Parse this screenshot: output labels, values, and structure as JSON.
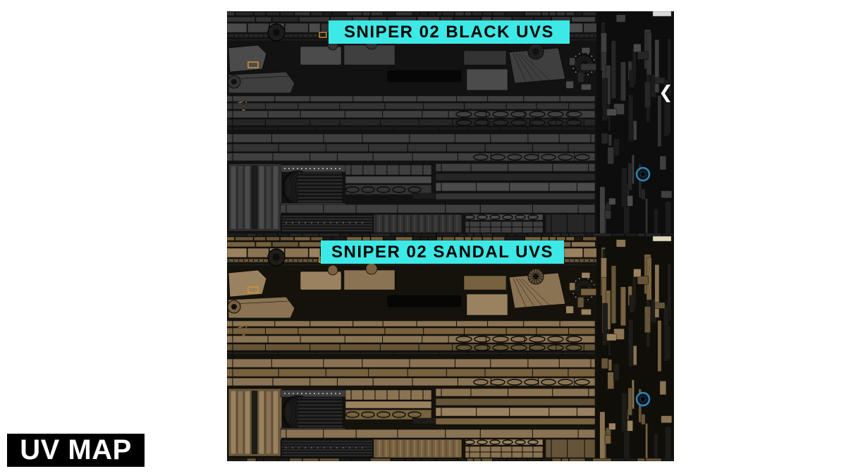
{
  "page": {
    "background": "#ffffff"
  },
  "sections": [
    {
      "name": "black-uvs",
      "label": "SNIPER 02 BLACK UVS"
    },
    {
      "name": "sandal-uvs",
      "label": "SNIPER 02 SANDAL UVS"
    }
  ],
  "caption": {
    "text": "UV MAP"
  },
  "icons": {
    "carousel_prev": "❮"
  },
  "colors": {
    "page_bg": "#ffffff",
    "label_bg": "#3de9e6",
    "label_text": "#000000",
    "caption_bg": "#000000",
    "caption_text": "#ffffff",
    "accent_blue": "#2f86b8",
    "accent_orange": "#cf9130",
    "palettes": {
      "black": {
        "v1": "#3f3f3f",
        "v2": "#4b4b4b",
        "v3": "#333333",
        "v4": "#262626",
        "dark": "#1c1c1c",
        "gray": "#3e3e3e",
        "bg": "#121212",
        "bg2": "#0d0d0d",
        "lt": "#d8d8d8",
        "edge": "#0a0a0a"
      },
      "sandal": {
        "v1": "#8a7353",
        "v2": "#9a8260",
        "v3": "#77613f",
        "v4": "#655438",
        "dark": "#1d1c18",
        "gray": "#3e3e3e",
        "bg": "#15120c",
        "bg2": "#100e09",
        "lt": "#e0d6bd",
        "edge": "#0d0b06"
      }
    }
  }
}
